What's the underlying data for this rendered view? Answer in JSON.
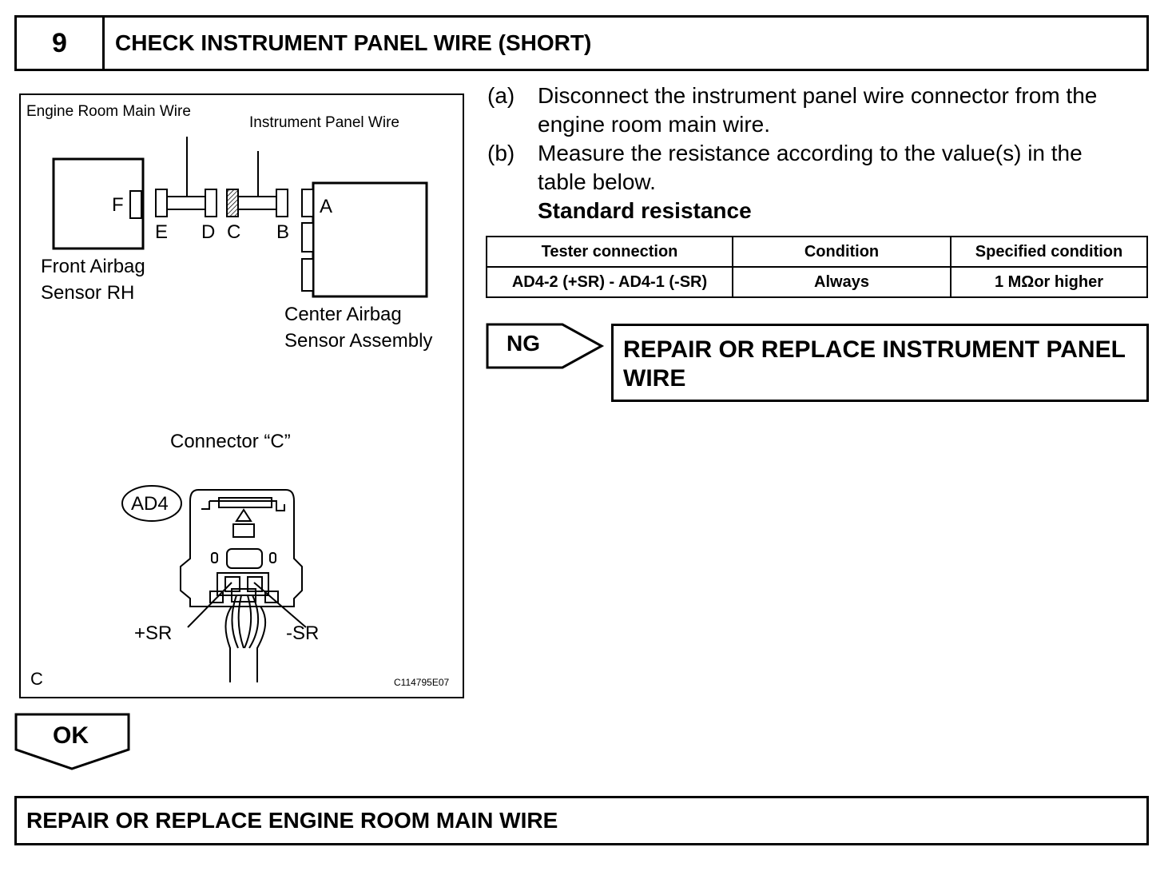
{
  "header": {
    "step_number": "9",
    "title": "CHECK INSTRUMENT PANEL WIRE (SHORT)"
  },
  "figure": {
    "label_engine_room_main_wire": "Engine Room Main Wire",
    "label_instrument_panel_wire": "Instrument Panel Wire",
    "connector_letters": {
      "f": "F",
      "e": "E",
      "d": "D",
      "c": "C",
      "b": "B",
      "a": "A"
    },
    "front_sensor": [
      "Front Airbag",
      "Sensor RH"
    ],
    "center_sensor": [
      "Center Airbag",
      "Sensor Assembly"
    ],
    "connector_title": "Connector “C”",
    "connector_id": "AD4",
    "plus_sr": "+SR",
    "minus_sr": "-SR",
    "corner_letter": "C",
    "figure_code": "C114795E07"
  },
  "instructions": [
    {
      "marker": "(a)",
      "lines": [
        "Disconnect the instrument panel wire connector from the",
        "engine room main wire."
      ]
    },
    {
      "marker": "(b)",
      "lines": [
        "Measure the resistance according to the value(s) in the",
        "table below."
      ]
    }
  ],
  "standard_resistance_label": "Standard resistance",
  "table": {
    "headers": [
      "Tester connection",
      "Condition",
      "Specified condition"
    ],
    "rows": [
      [
        "AD4-2 (+SR) - AD4-1 (-SR)",
        "Always",
        "1 MΩor higher"
      ]
    ]
  },
  "ng": {
    "label": "NG",
    "result_lines": [
      "REPAIR OR REPLACE INSTRUMENT PANEL",
      "WIRE"
    ]
  },
  "ok": {
    "label": "OK"
  },
  "final_step": "REPAIR OR REPLACE ENGINE ROOM MAIN WIRE"
}
